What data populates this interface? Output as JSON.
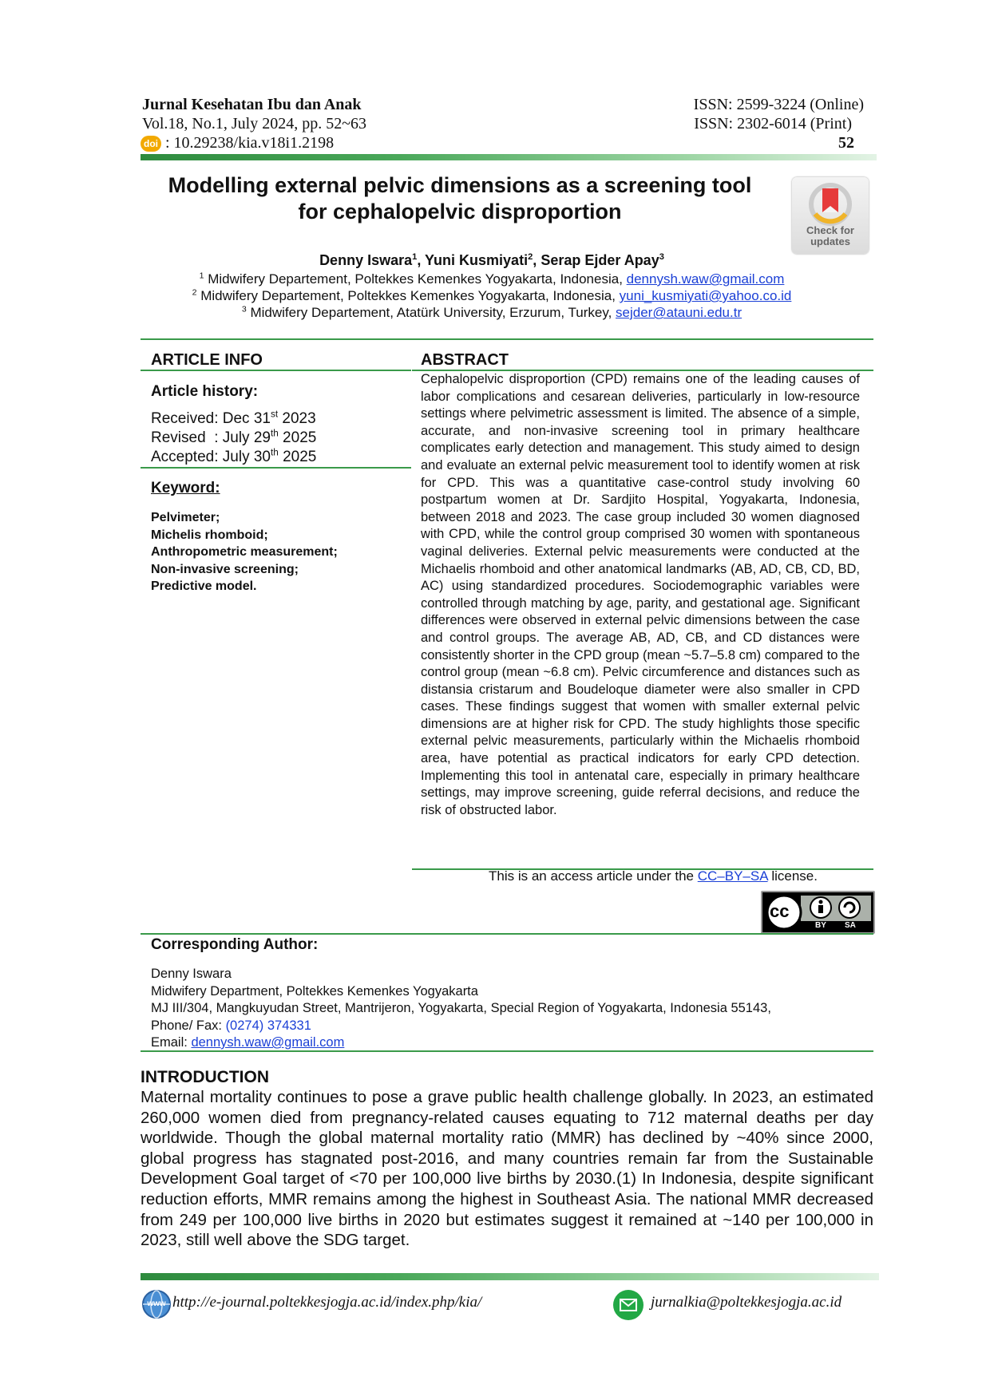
{
  "header": {
    "journal": "Jurnal Kesehatan Ibu dan Anak",
    "volume": "Vol.18, No.1, July 2024, pp. 52~63",
    "doi_label": "doi",
    "doi": ": 10.29238/kia.v18i1.2198",
    "issn_online": "ISSN: 2599-3224 (Online)",
    "issn_print": "ISSN: 2302-6014 (Print)",
    "page_number": "52"
  },
  "title_line1": "Modelling external pelvic dimensions as a screening tool",
  "title_line2": "for cephalopelvic disproportion",
  "check_updates": {
    "line1": "Check for",
    "line2": "updates"
  },
  "authors": [
    {
      "name": "Denny Iswara",
      "sup": "1",
      "sep": ", "
    },
    {
      "name": "Yuni Kusmiyati",
      "sup": "2",
      "sep": ", "
    },
    {
      "name": "Serap Ejder Apay",
      "sup": "3",
      "sep": ""
    }
  ],
  "affiliations": [
    {
      "sup": "1",
      "text": " Midwifery Departement, Poltekkes Kemenkes Yogyakarta, Indonesia, ",
      "email": "dennysh.waw@gmail.com"
    },
    {
      "sup": "2",
      "text": " Midwifery Departement, Poltekkes Kemenkes Yogyakarta, Indonesia, ",
      "email": "yuni_kusmiyati@yahoo.co.id"
    },
    {
      "sup": "3",
      "text": " Midwifery Departement, Atatürk University, Erzurum, Turkey, ",
      "email": "sejder@atauni.edu.tr"
    }
  ],
  "article_info": {
    "heading": "ARTICLE INFO",
    "history_heading": "Article history:",
    "received": {
      "pre": "Received: Dec 31",
      "sup": "st",
      "post": " 2023"
    },
    "revised": {
      "pre": "Revised  : July 29",
      "sup": "th",
      "post": " 2025"
    },
    "accepted": {
      "pre": "Accepted: July 30",
      "sup": "th",
      "post": " 2025"
    },
    "keyword_heading": "Keyword:",
    "keywords": [
      "Pelvimeter;",
      "Michelis rhomboid;",
      "Anthropometric measurement;",
      "Non-invasive screening;",
      "Predictive model."
    ]
  },
  "abstract": {
    "heading": "ABSTRACT",
    "text": "Cephalopelvic disproportion (CPD) remains one of the leading causes of labor complications and cesarean deliveries, particularly in low-resource settings where pelvimetric assessment is limited. The absence of a simple, accurate, and non-invasive screening tool in primary healthcare complicates early detection and management. This study aimed to design and evaluate an external pelvic measurement tool to identify women at risk for CPD. This was a quantitative case-control study involving 60 postpartum women at Dr. Sardjito Hospital, Yogyakarta, Indonesia, between 2018 and 2023. The case group included 30 women diagnosed with CPD, while the control group comprised 30 women with spontaneous vaginal deliveries. External pelvic measurements were conducted at the Michaelis rhomboid and other anatomical landmarks (AB, AD, CB, CD, BD, AC) using standardized procedures. Sociodemographic variables were controlled through matching by age, parity, and gestational age. Significant differences were observed in external pelvic dimensions between the case and control groups. The average AB, AD, CB, and CD distances were consistently shorter in the CPD group (mean ~5.7–5.8 cm) compared to the control group (mean ~6.8 cm). Pelvic circumference and distances such as distansia cristarum and Boudeloque diameter were also smaller in CPD cases. These findings suggest that women with smaller external pelvic dimensions are at higher risk for CPD. The study highlights those specific external pelvic measurements, particularly within the Michaelis rhomboid area, have potential as practical indicators for early CPD detection. Implementing this tool in antenatal care, especially in primary healthcare settings, may improve screening, guide referral decisions, and reduce the risk of obstructed labor.",
    "license_pre": "This is an access article under the ",
    "license_link": "CC–BY–SA",
    "license_post": " license."
  },
  "cc_badge": {
    "cc": "cc",
    "by": "BY",
    "sa": "SA"
  },
  "corresponding": {
    "heading": "Corresponding Author:",
    "name": "Denny Iswara",
    "dept": "Midwifery Department, Poltekkes Kemenkes Yogyakarta",
    "address": "MJ III/304, Mangkuyudan Street, Mantrijeron, Yogyakarta, Special Region of Yogyakarta, Indonesia 55143,",
    "phone_label": "Phone/ Fax: ",
    "phone": "(0274) 374331",
    "email_label": "Email: ",
    "email": "dennysh.waw@gmail.com"
  },
  "introduction": {
    "heading": "INTRODUCTION",
    "text": "Maternal mortality continues to pose a grave public health challenge globally. In 2023, an estimated 260,000 women died from pregnancy-related causes equating to 712 maternal deaths per day worldwide. Though the global maternal mortality ratio (MMR) has declined by ~40% since 2000, global progress has stagnated post-2016, and many countries remain far from the Sustainable Development Goal target of <70 per 100,000 live births by 2030.(1) In Indonesia, despite significant reduction efforts, MMR remains among the highest in Southeast Asia. The national MMR decreased from 249 per 100,000 live births in 2020 but estimates suggest it remained at ~140 per 100,000 in 2023, still well above the SDG target."
  },
  "footer": {
    "www_label": "www",
    "url": "http://e-journal.poltekkesjogja.ac.id/index.php/kia/",
    "email": "jurnalkia@poltekkesjogja.ac.id"
  }
}
